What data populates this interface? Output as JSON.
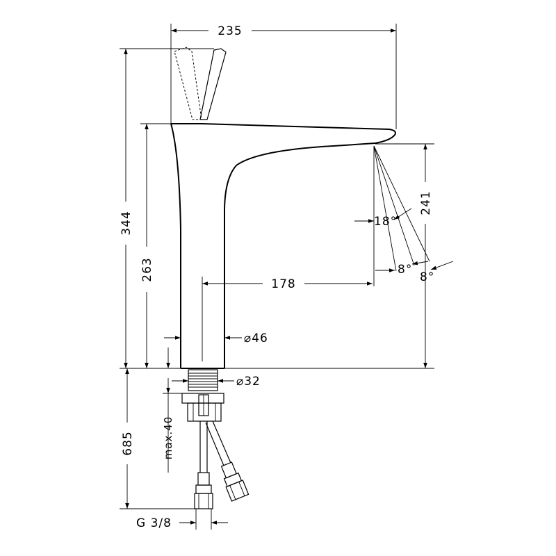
{
  "dimensions": {
    "overall_width": "235",
    "overall_height": "344",
    "spout_height": "263",
    "outlet_height": "241",
    "spout_reach": "178",
    "body_diameter": "⌀46",
    "thread_diameter": "⌀32",
    "spray_angle": "18°",
    "angle_a": "8°",
    "angle_b": "8°",
    "hose_length": "685",
    "max_thickness": "max.40",
    "connection": "G 3/8"
  },
  "colors": {
    "line": "#000000",
    "background": "#ffffff"
  }
}
